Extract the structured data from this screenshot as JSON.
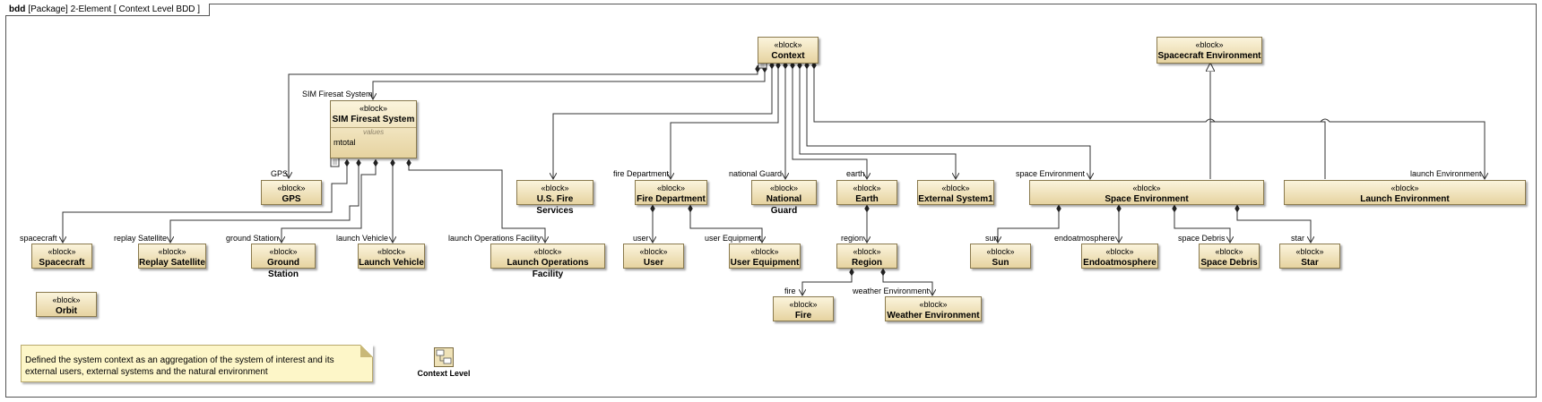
{
  "frame": {
    "kind": "bdd",
    "title": "[Package] 2-Element [ Context Level BDD ]"
  },
  "stereotype": "«block»",
  "blocks": {
    "context": {
      "name": "Context"
    },
    "spacecraft_env": {
      "name": "Spacecraft Environment"
    },
    "sim_firesat": {
      "name": "SIM Firesat System",
      "compartment_header": "values",
      "value": "mtotal"
    },
    "gps": {
      "name": "GPS"
    },
    "us_fire": {
      "name": "U.S. Fire Services"
    },
    "fire_dept": {
      "name": "Fire Department"
    },
    "national_guard": {
      "name": "National Guard"
    },
    "earth": {
      "name": "Earth"
    },
    "external_system1": {
      "name": "External System1"
    },
    "space_env": {
      "name": "Space Environment"
    },
    "launch_env": {
      "name": "Launch Environment"
    },
    "spacecraft": {
      "name": "Spacecraft"
    },
    "replay_sat": {
      "name": "Replay Satellite"
    },
    "ground_station": {
      "name": "Ground Station"
    },
    "launch_vehicle": {
      "name": "Launch Vehicle"
    },
    "launch_ops": {
      "name": "Launch Operations Facility"
    },
    "user": {
      "name": "User"
    },
    "user_equipment": {
      "name": "User Equipment"
    },
    "region": {
      "name": "Region"
    },
    "sun": {
      "name": "Sun"
    },
    "endoatmosphere": {
      "name": "Endoatmosphere"
    },
    "space_debris": {
      "name": "Space Debris"
    },
    "star": {
      "name": "Star"
    },
    "orbit": {
      "name": "Orbit"
    },
    "fire": {
      "name": "Fire"
    },
    "weather_env": {
      "name": "Weather Environment"
    }
  },
  "roles": {
    "sim_firesat": "SIM Firesat System",
    "gps": "GPS",
    "fire_department": "fire Department",
    "national_guard": "national Guard",
    "earth": "earth",
    "space_environment": "space Environment",
    "launch_environment": "launch Environment",
    "spacecraft": "spacecraft",
    "replay_satellite": "replay Satellite",
    "ground_station": "ground Station",
    "launch_vehicle": "launch Vehicle",
    "launch_ops": "launch Operations Facility",
    "user": "user",
    "user_equipment": "user Equipment",
    "region": "region",
    "sun": "sun",
    "endoatmosphere": "endoatmosphere",
    "space_debris": "space Debris",
    "star": "star",
    "fire": "fire",
    "weather_environment": "weather Environment"
  },
  "note": {
    "text": "Defined the system context as an aggregation of the system of interest and its external users, external systems and the natural environment"
  },
  "diagram_link": {
    "label": "Context Level",
    "icon": "diagram-icon"
  },
  "colors": {
    "block_top": "#fbf4dc",
    "block_bottom": "#e6d3a0",
    "block_border": "#8a7a4e",
    "note": "#fdf6c8",
    "line": "#333333"
  }
}
